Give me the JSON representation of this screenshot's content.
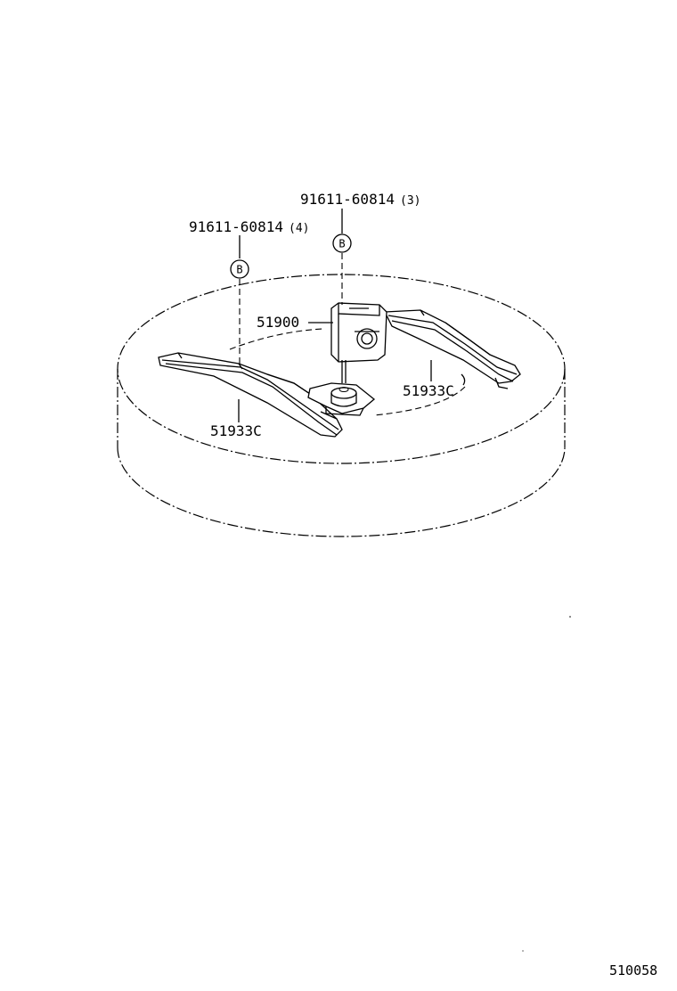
{
  "callouts": {
    "bolt_right": {
      "part": "91611-60814",
      "qty": "(3)",
      "circle": "B"
    },
    "bolt_left": {
      "part": "91611-60814",
      "qty": "(4)",
      "circle": "B"
    },
    "carrier": "51900",
    "bracket_right": "51933C",
    "bracket_left": "51933C"
  },
  "diagram_id": "510058"
}
